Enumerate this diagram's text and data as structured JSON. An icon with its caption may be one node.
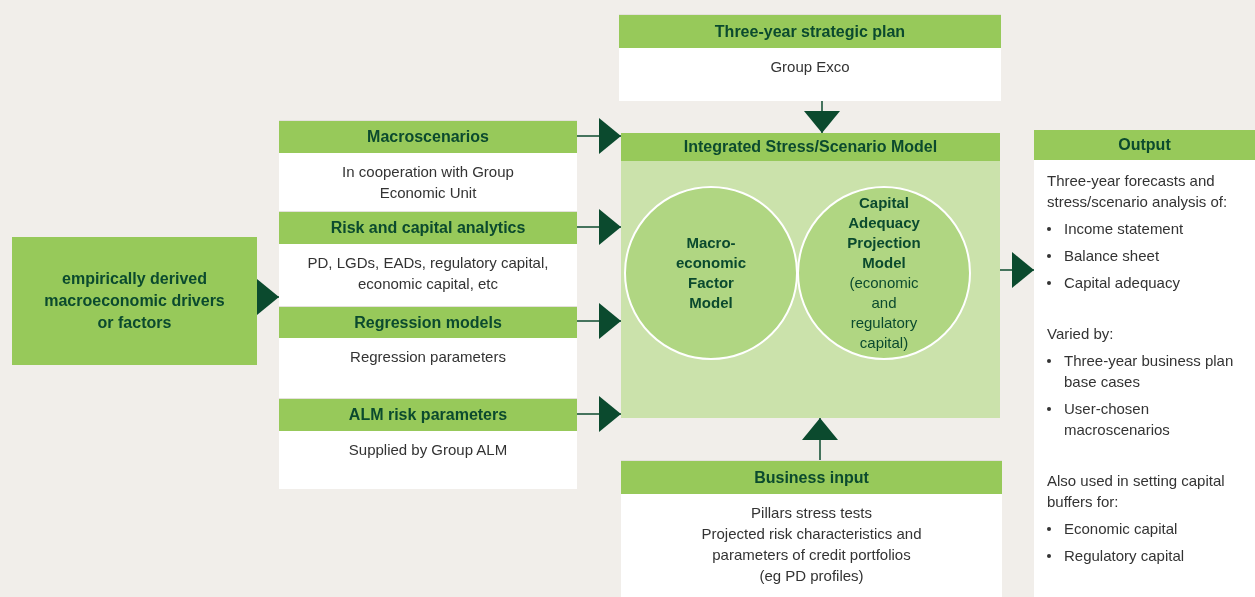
{
  "diagram": {
    "nodes": [
      {
        "text": [
          "empirically derived macroeconomic drivers or factors"
        ]
      },
      {
        "text": [],
        "shape": "box"
      },
      {
        "text": [
          "Macroscenarios",
          "In cooperation with Group Economic Unit"
        ],
        "in": 1
      },
      {
        "text": [
          "Risk and capital analytics",
          "PD, LGDs, EADs, regulatory capital, economic capital, etc"
        ],
        "in": 1
      },
      {
        "text": [
          "Regression models",
          "Regression parameters"
        ],
        "in": 1
      },
      {
        "text": [
          "ALM risk parameters",
          "Supplied by Group ALM"
        ],
        "in": 1
      },
      {
        "text": [
          "Three-year strategic plan",
          "Group Exco"
        ]
      },
      {
        "text": [
          "Integrated Stress/Scenario Model"
        ]
      },
      {
        "text": [
          "Macro-economic Factor Model"
        ],
        "in": 7
      },
      {
        "text": [
          "Capital Adequacy Projection Model",
          "(economic and regulatory capital)"
        ],
        "in": 7
      },
      {
        "text": [
          "Business input",
          "Pillars stress tests",
          "Projected risk characteristics and parameters of credit portfolios",
          "(eg PD profiles)"
        ]
      },
      {
        "text": [
          "Output",
          "Three-year forecasts and stress/scenario analysis of:",
          "Income statement",
          "Balance sheet",
          "Capital adequacy",
          "Varied by:",
          "Three-year business plan base cases",
          "User-chosen macroscenarios",
          "Also used in setting capital buffers for:",
          "Economic capital",
          "Regulatory capital"
        ]
      }
    ],
    "edges": [
      {
        "from": 0,
        "to": 1,
        "arrow": "to"
      },
      {
        "from": 2,
        "to": 7,
        "arrow": "to"
      },
      {
        "from": 3,
        "to": 7,
        "arrow": "to"
      },
      {
        "from": 4,
        "to": 7,
        "arrow": "to"
      },
      {
        "from": 5,
        "to": 7,
        "arrow": "to"
      },
      {
        "from": 6,
        "to": 7,
        "arrow": "to"
      },
      {
        "from": 10,
        "to": 7,
        "arrow": "to"
      },
      {
        "from": 7,
        "to": 11,
        "arrow": "to"
      }
    ]
  }
}
